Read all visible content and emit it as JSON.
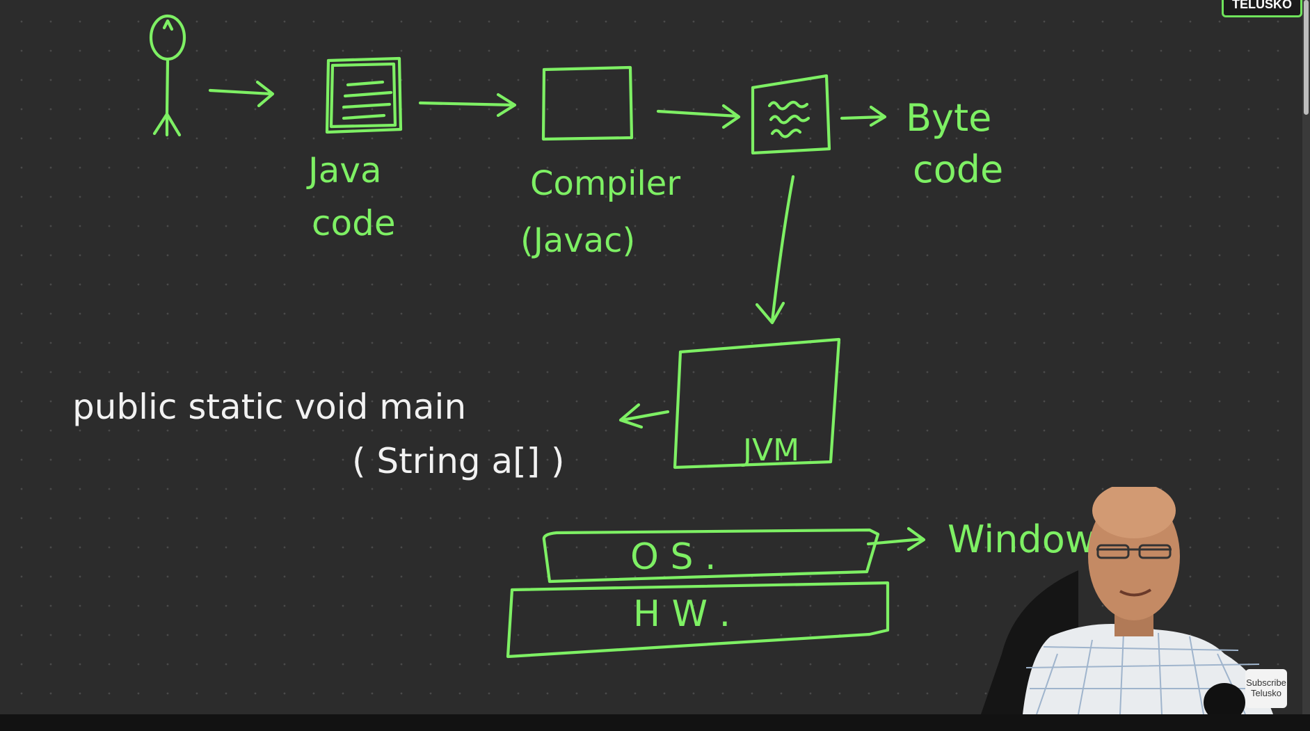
{
  "logo": {
    "text": "TELUSKO"
  },
  "diagram": {
    "java_code": [
      "Java",
      "code"
    ],
    "compiler": [
      "Compiler",
      "(Javac)"
    ],
    "byte_code": [
      "Byte",
      "code"
    ],
    "jvm": "JVM",
    "main_signature": [
      "public  static  void  main",
      "( String  a[] )"
    ],
    "os": "O S .",
    "hw": "H W .",
    "windows": "Windows"
  },
  "subscribe": {
    "line1": "Subscribe",
    "line2": "Telusko"
  },
  "colors": {
    "ink_green": "#7ef064",
    "ink_white": "#f2f2f2",
    "board": "#2c2c2c"
  }
}
